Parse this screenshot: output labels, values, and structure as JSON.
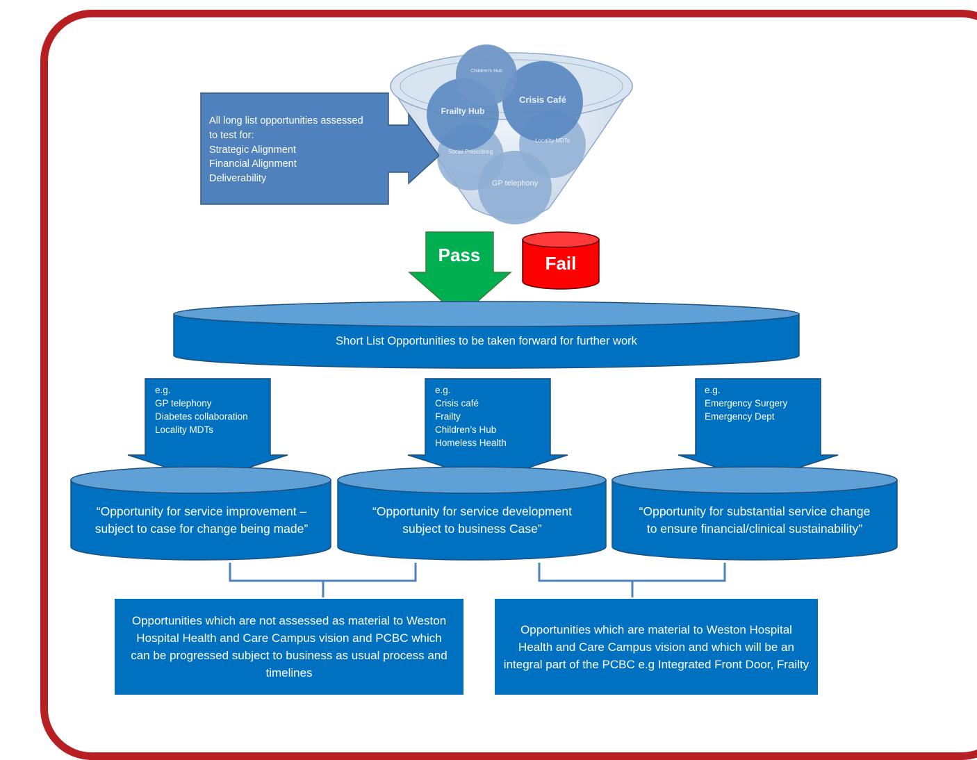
{
  "assessment": {
    "lines": [
      "All long list opportunities assessed",
      "to test for:",
      "Strategic Alignment",
      "Financial Alignment",
      "Deliverability"
    ]
  },
  "funnel": {
    "bubbles": [
      "Children's Hub",
      "Frailty Hub",
      "Crisis Café",
      "Social Prescribing",
      "Locality MDTs",
      "GP telephony"
    ]
  },
  "pass_label": "Pass",
  "fail_label": "Fail",
  "shortlist_label": "Short List Opportunities to be taken forward for further work",
  "examples": [
    [
      "e.g.",
      "GP telephony",
      "Diabetes collaboration",
      "Locality MDTs"
    ],
    [
      "e.g.",
      "Crisis café",
      "Frailty",
      "Children’s Hub",
      "Homeless Health"
    ],
    [
      "e.g.",
      "Emergency Surgery",
      "Emergency Dept"
    ]
  ],
  "opportunities": [
    [
      "“Opportunity for service improvement –",
      "subject to case for change being made”"
    ],
    [
      "“Opportunity for service development",
      "subject to business Case”"
    ],
    [
      "“Opportunity for  substantial service change",
      "to ensure financial/clinical sustainability”"
    ]
  ],
  "outcomes": [
    "Opportunities which are not assessed as material to Weston Hospital Health and Care Campus vision and PCBC which can be progressed subject to business as usual process and timelines",
    "Opportunities which are material to Weston Hospital Health and Care Campus vision and which will be an integral part of the PCBC e.g Integrated Front Door, Frailty"
  ],
  "colors": {
    "frame": "#b81f23",
    "blue_box": "#0070c0",
    "steel_box": "#4f81bd",
    "pass": "#00b050",
    "fail": "#ff0000"
  }
}
